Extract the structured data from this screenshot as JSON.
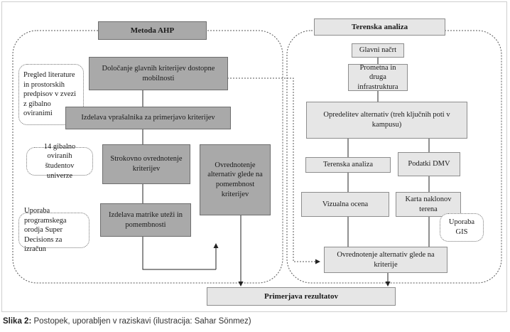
{
  "left_panel": {
    "header": "Metoda AHP",
    "steps": {
      "main_criteria": "Določanje glavnih kriterijev dostopne mobilnosti",
      "questionnaire": "Izdelava vprašalnika za primerjavo kriterijev",
      "expert_evaluation": "Strokovno ovrednotenje kriterijev",
      "weight_matrix": "Izdelava matrike uteži in pomembnosti",
      "evaluate_alternatives": "Ovrednotenje alternativ glede na pomembnost kriterijev"
    },
    "notes": {
      "literature": "Pregled literature in prostorskih predpisov v zvezi z gibalno oviranimi",
      "students": "14 gibalno oviranih študentov univerze",
      "software": "Uporaba programskega orodja Super Decisions za izračun"
    }
  },
  "right_panel": {
    "header": "Terenska analiza",
    "steps": {
      "main_plan": "Glavni načrt",
      "traffic": "Prometna in druga infrastruktura",
      "define_alternatives": "Opredelitev alternativ (treh ključnih poti v kampusu)",
      "field_analysis": "Terenska analiza",
      "dmv_data": "Podatki DMV",
      "visual_assessment": "Vizualna ocena",
      "slope_map": "Karta naklonov terena",
      "evaluate_alternatives": "Ovrednotenje alternativ glede na kriterije"
    },
    "notes": {
      "gis": "Uporaba GIS"
    }
  },
  "result": "Primerjava rezultatov",
  "caption": {
    "label": "Slika 2:",
    "text": " Postopek, uporabljen v raziskavi (ilustracija: Sahar Sönmez)"
  }
}
